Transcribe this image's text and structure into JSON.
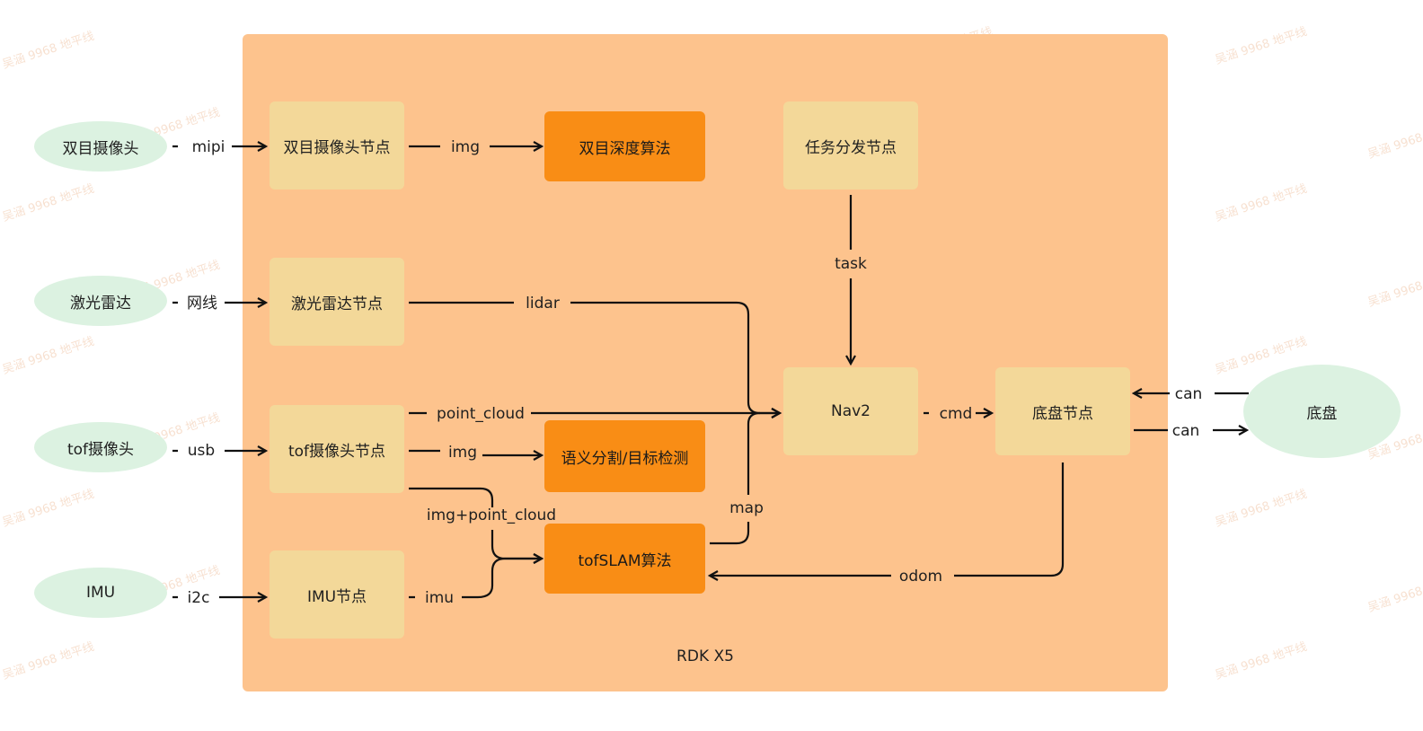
{
  "board": {
    "title": "RDK X5"
  },
  "sensors": {
    "stereo_camera": "双目摄像头",
    "lidar": "激光雷达",
    "tof_camera": "tof摄像头",
    "imu": "IMU",
    "chassis": "底盘"
  },
  "nodes": {
    "stereo_camera_node": "双目摄像头节点",
    "lidar_node": "激光雷达节点",
    "tof_camera_node": "tof摄像头节点",
    "imu_node": "IMU节点",
    "task_dispatch_node": "任务分发节点",
    "nav2": "Nav2",
    "chassis_node": "底盘节点"
  },
  "algorithms": {
    "stereo_depth": "双目深度算法",
    "segmentation_detection": "语义分割/目标检测",
    "tof_slam": "tofSLAM算法"
  },
  "edges": {
    "mipi": "mipi",
    "network_cable": "网线",
    "usb": "usb",
    "i2c": "i2c",
    "img_stereo": "img",
    "lidar": "lidar",
    "point_cloud": "point_cloud",
    "img_tof": "img",
    "img_point_cloud": "img+point_cloud",
    "imu": "imu",
    "task": "task",
    "map": "map",
    "cmd": "cmd",
    "can_in": "can",
    "can_out": "can",
    "odom": "odom"
  },
  "watermark": "吴涵 9968 地平线",
  "colors": {
    "board": "#fdc38d",
    "node_light": "#f3d899",
    "node_orange": "#f98d15",
    "sensor": "#dcf2e1",
    "line": "#111111"
  }
}
